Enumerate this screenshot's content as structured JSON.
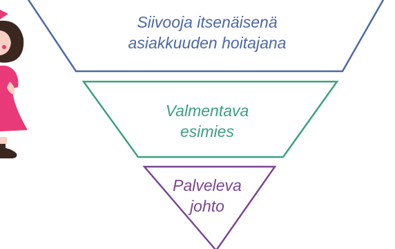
{
  "colors": {
    "level_1": "#4b68a6",
    "level_2": "#3aa17c",
    "level_3": "#7a4592",
    "figure_dress": "#e83a78",
    "figure_hair": "#3b2620",
    "figure_skin": "#f6d0c2"
  },
  "levels": [
    {
      "line1": "Siivooja itsenäisenä",
      "line2": "asiakkuuden hoitajana"
    },
    {
      "line1": "Valmentava",
      "line2": "esimies"
    },
    {
      "line1": "Palveleva",
      "line2": "johto"
    }
  ],
  "illustration": {
    "icon": "girl-figure-icon"
  }
}
